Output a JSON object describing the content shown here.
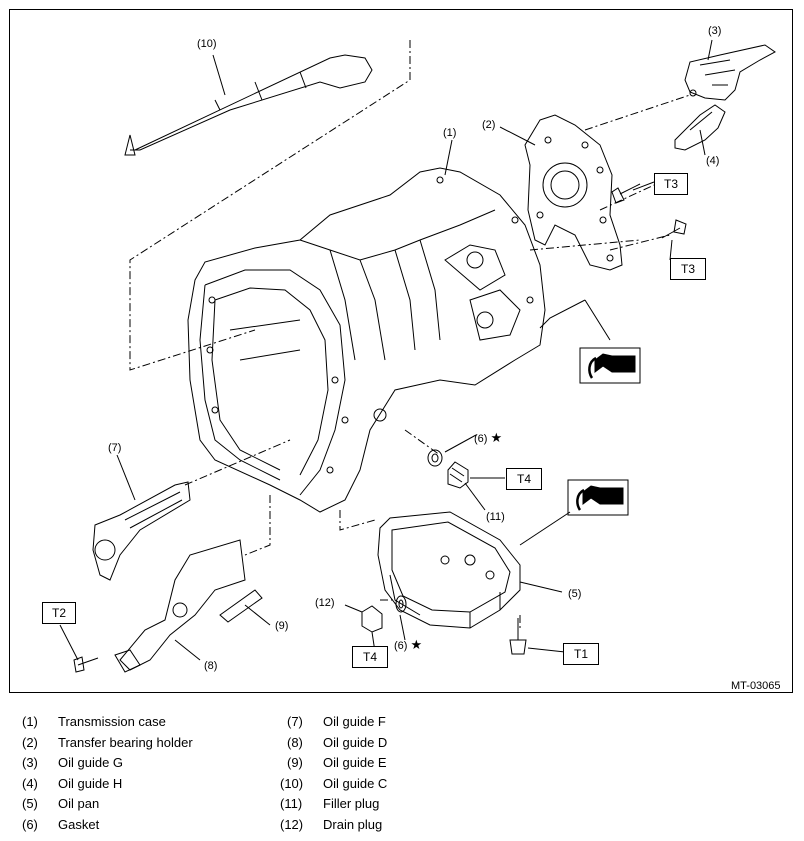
{
  "figure": {
    "drawing_id": "MT-03065",
    "callouts": {
      "c1": "(1)",
      "c2": "(2)",
      "c3": "(3)",
      "c4": "(4)",
      "c5": "(5)",
      "c6a": "(6)",
      "c6b": "(6)",
      "c7": "(7)",
      "c8": "(8)",
      "c9": "(9)",
      "c10": "(10)",
      "c11": "(11)",
      "c12": "(12)"
    },
    "star": "★",
    "torque_boxes": {
      "t3a": "T3",
      "t3b": "T3",
      "t4a": "T4",
      "t4b": "T4",
      "t2": "T2",
      "t1": "T1"
    }
  },
  "legend": {
    "left": [
      {
        "num": "(1)",
        "name": "Transmission case"
      },
      {
        "num": "(2)",
        "name": "Transfer bearing holder"
      },
      {
        "num": "(3)",
        "name": "Oil guide G"
      },
      {
        "num": "(4)",
        "name": "Oil guide H"
      },
      {
        "num": "(5)",
        "name": "Oil pan"
      },
      {
        "num": "(6)",
        "name": "Gasket"
      }
    ],
    "right": [
      {
        "num": "(7)",
        "name": "Oil guide F"
      },
      {
        "num": "(8)",
        "name": "Oil guide D"
      },
      {
        "num": "(9)",
        "name": "Oil guide E"
      },
      {
        "num": "(10)",
        "name": "Oil guide C"
      },
      {
        "num": "(11)",
        "name": "Filler plug"
      },
      {
        "num": "(12)",
        "name": "Drain plug"
      }
    ]
  }
}
